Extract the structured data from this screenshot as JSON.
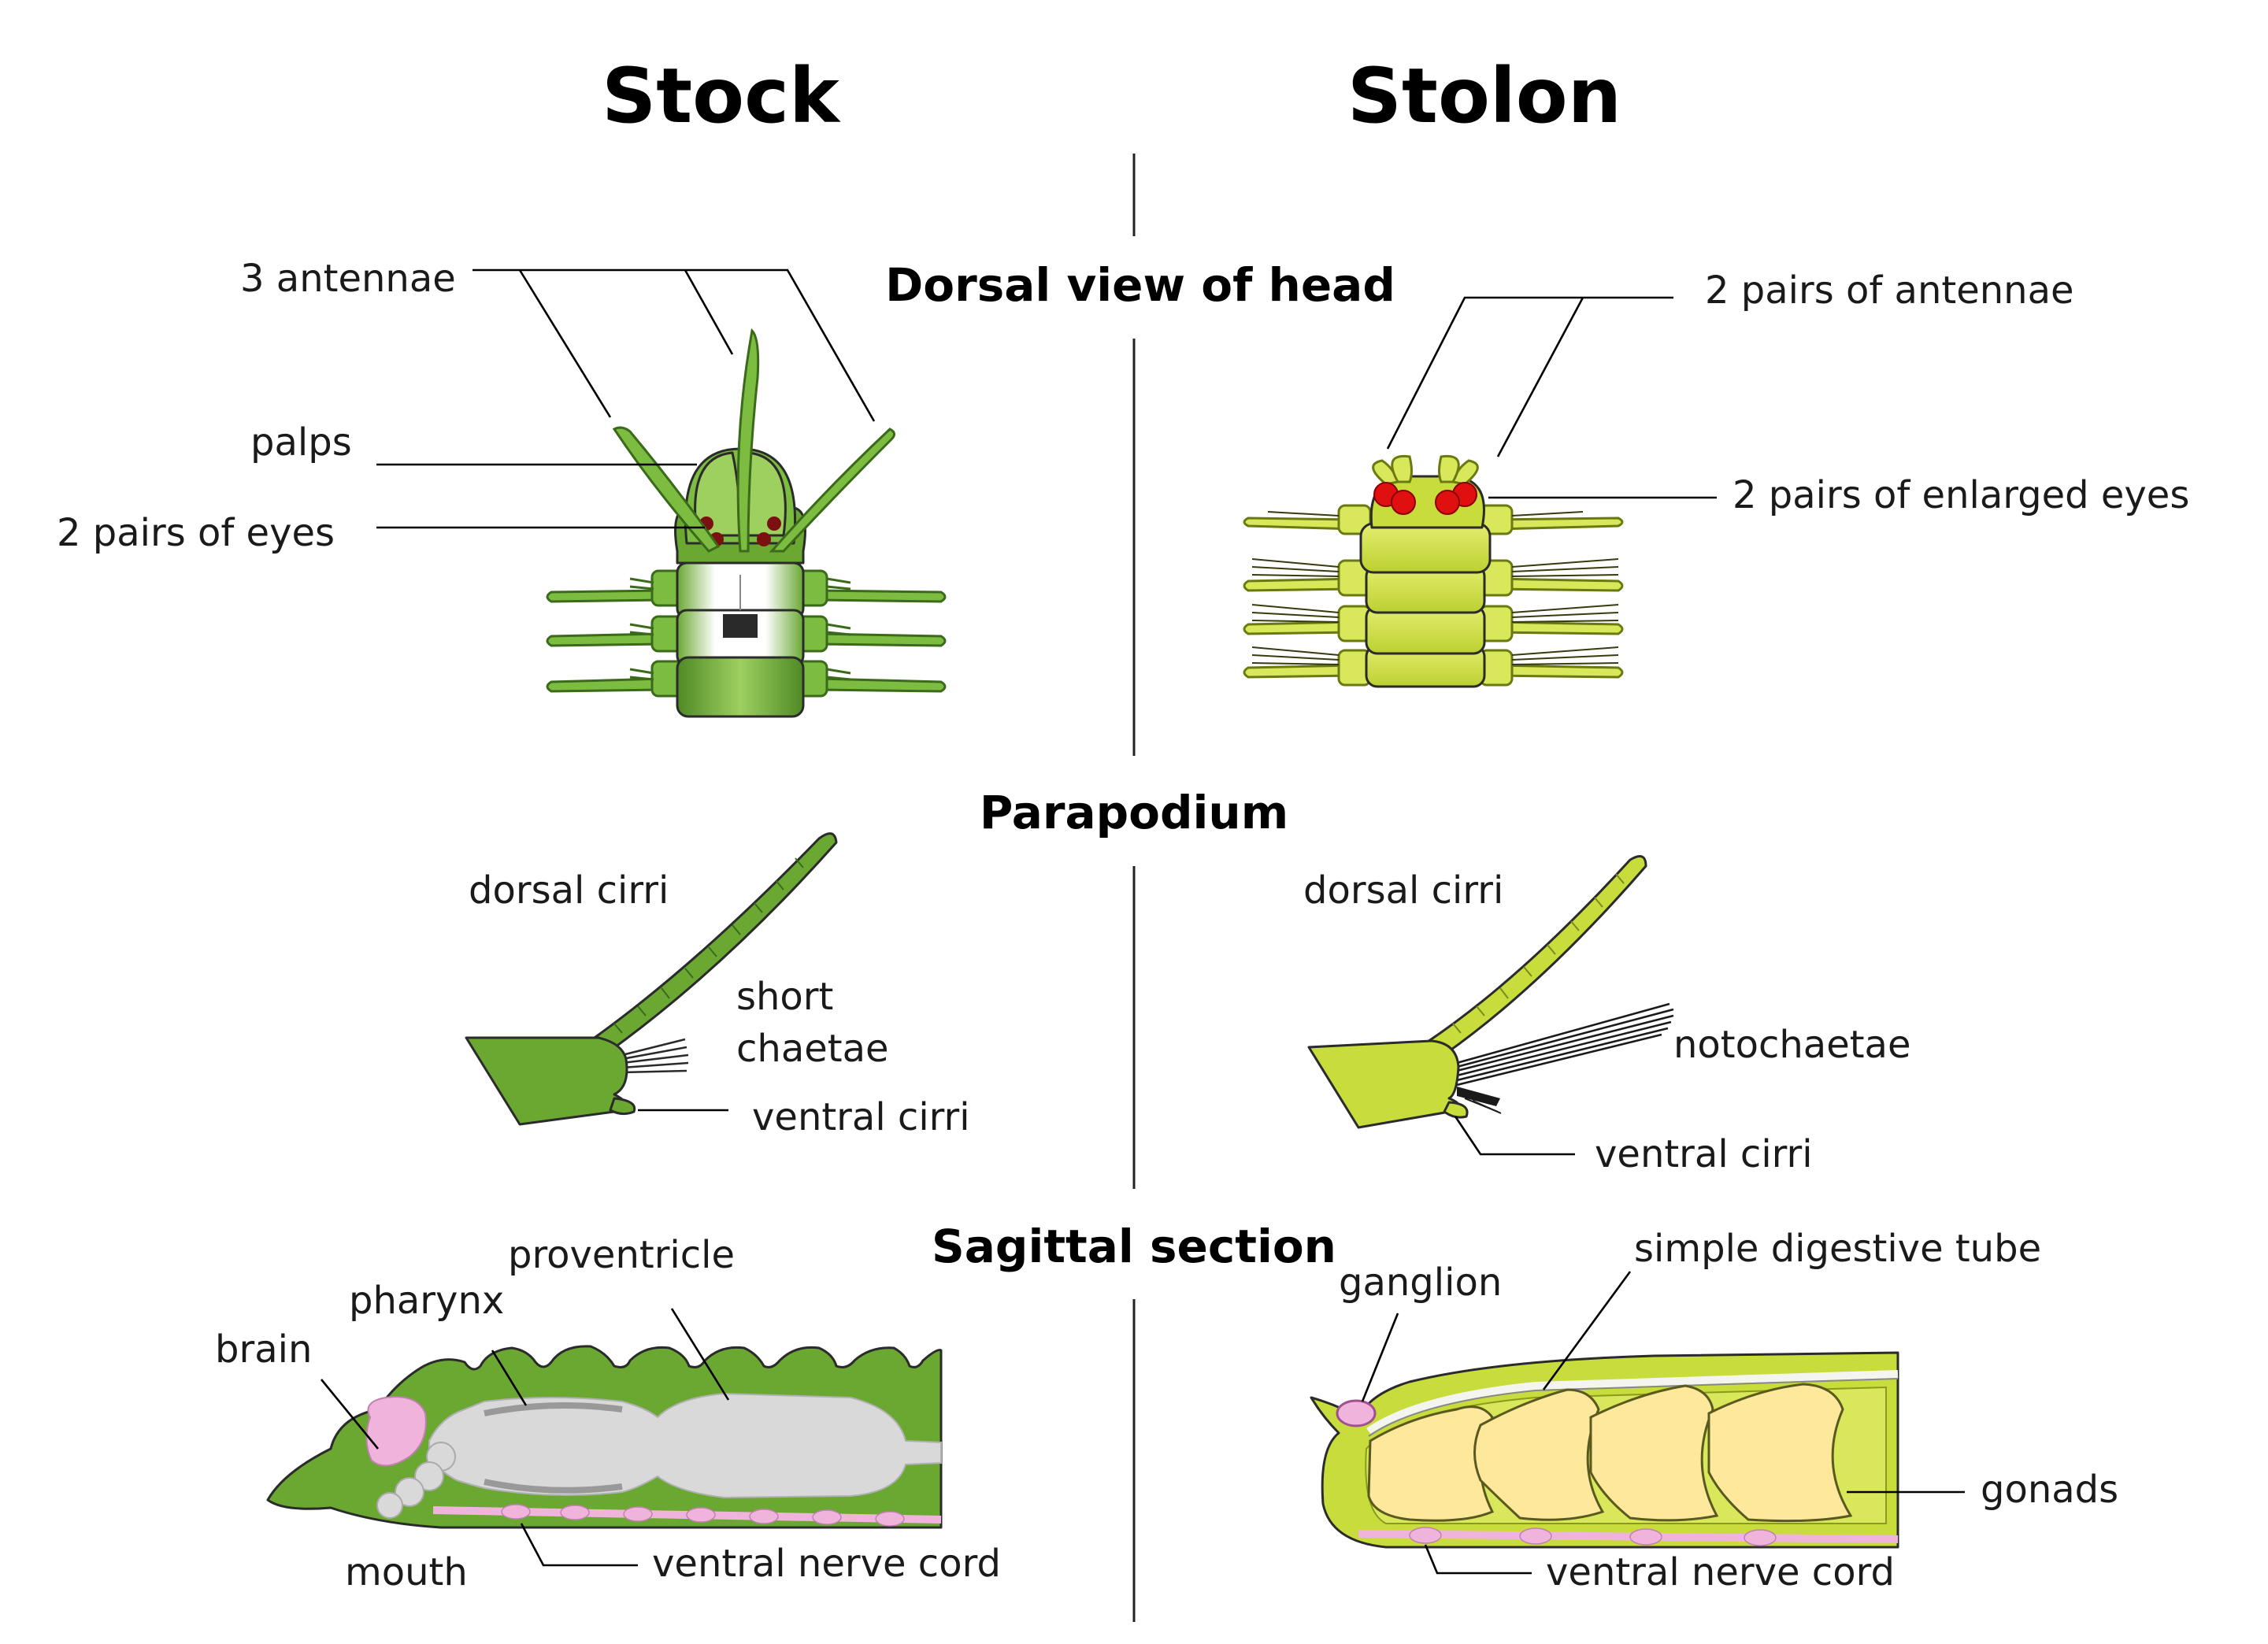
{
  "columns": {
    "left": "Stock",
    "right": "Stolon"
  },
  "sections": {
    "head": "Dorsal view of head",
    "parapodium": "Parapodium",
    "sagittal": "Sagittal section"
  },
  "stock": {
    "head": {
      "antennae": "3 antennae",
      "palps": "palps",
      "eyes": "2 pairs of eyes"
    },
    "parapodium": {
      "dorsal_cirri": "dorsal cirri",
      "chaetae_line1": "short",
      "chaetae_line2": "chaetae",
      "ventral_cirri": "ventral cirri"
    },
    "sagittal": {
      "proventricle": "proventricle",
      "pharynx": "pharynx",
      "brain": "brain",
      "mouth": "mouth",
      "nerve_cord": "ventral nerve cord"
    }
  },
  "stolon": {
    "head": {
      "antennae": "2 pairs of antennae",
      "eyes": "2 pairs of enlarged eyes"
    },
    "parapodium": {
      "dorsal_cirri": "dorsal cirri",
      "notochaetae": "notochaetae",
      "ventral_cirri": "ventral cirri"
    },
    "sagittal": {
      "ganglion": "ganglion",
      "digestive_tube": "simple digestive tube",
      "gonads": "gonads",
      "nerve_cord": "ventral nerve cord"
    }
  },
  "colors": {
    "stock_green": "#6aa832",
    "stock_dark": "#4f8a26",
    "stolon_green": "#c8dc3c",
    "stolon_light": "#d8e85a",
    "eye_red": "#e01010",
    "eye_dark": "#7a1010",
    "pink": "#f0b4dc",
    "gut_gray": "#d9d9d9",
    "gonad": "#fde89c"
  }
}
